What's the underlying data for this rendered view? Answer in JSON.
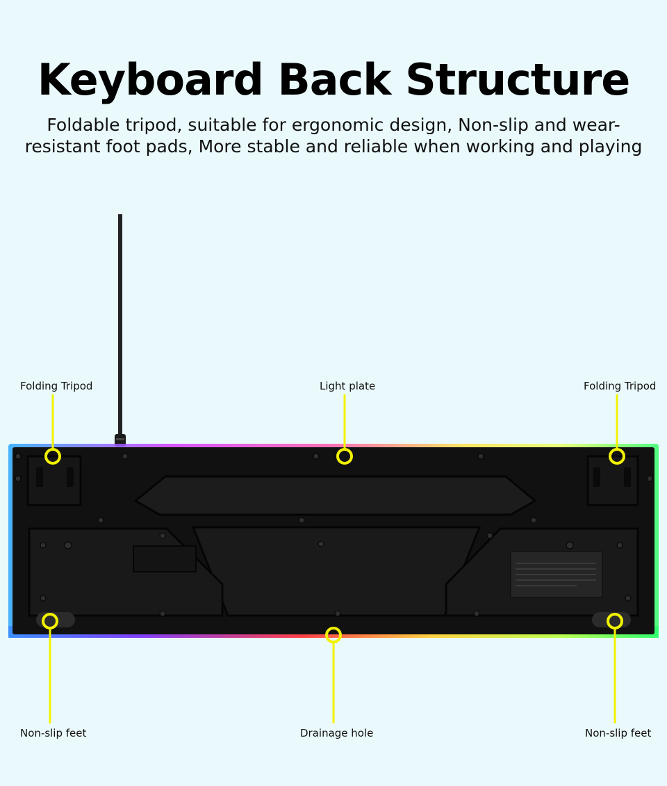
{
  "header": {
    "title": "Keyboard Back Structure",
    "subtitle": "Foldable tripod, suitable for ergonomic design, Non-slip and wear-resistant foot pads, More stable and reliable when working and playing"
  },
  "callouts": {
    "folding_tripod_left": "Folding Tripod",
    "light_plate": "Light plate",
    "folding_tripod_right": "Folding Tripod",
    "nonslip_feet_left": "Non-slip feet",
    "drainage_hole": "Drainage hole",
    "nonslip_feet_right": "Non-slip feet"
  },
  "colors": {
    "background": "#eaf9fb",
    "callout": "#f2f200",
    "keyboard": "#141414"
  },
  "icons": [
    "usb-cable",
    "tripod-icon",
    "screw-icon",
    "rubber-foot-icon",
    "label-sticker"
  ]
}
